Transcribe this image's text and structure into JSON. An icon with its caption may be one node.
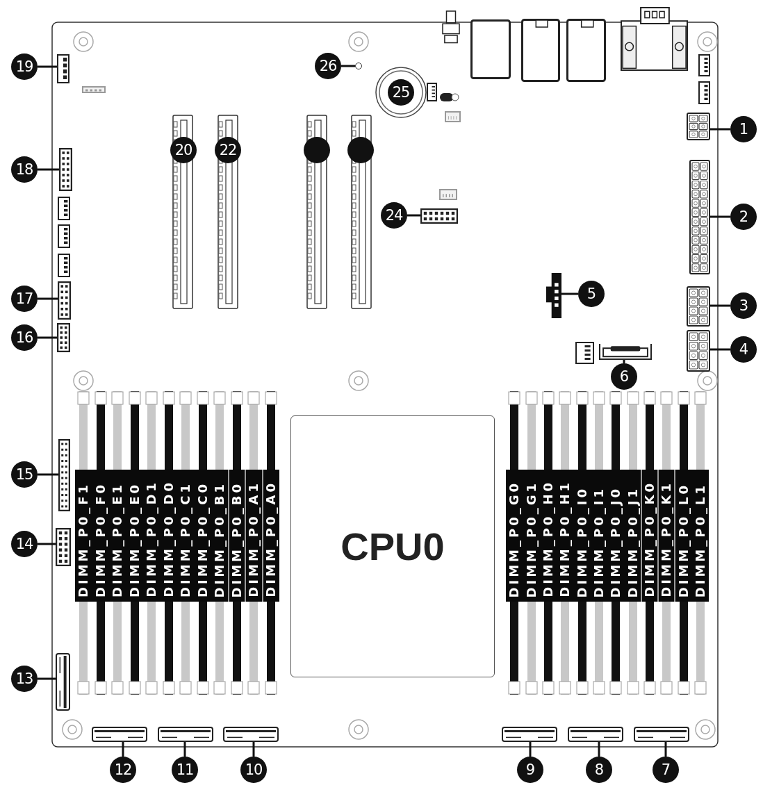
{
  "diagram": {
    "nodes": [
      {
        "text": [
          "1"
        ]
      },
      {
        "text": [
          "2"
        ]
      },
      {
        "text": [
          "3"
        ]
      },
      {
        "text": [
          "4"
        ]
      },
      {
        "text": [
          "5"
        ]
      },
      {
        "text": [
          "6"
        ]
      },
      {
        "text": [
          "7"
        ]
      },
      {
        "text": [
          "8"
        ]
      },
      {
        "text": [
          "9"
        ]
      },
      {
        "text": [
          "10"
        ]
      },
      {
        "text": [
          "11"
        ]
      },
      {
        "text": [
          "12"
        ]
      },
      {
        "text": [
          "13"
        ]
      },
      {
        "text": [
          "14"
        ]
      },
      {
        "text": [
          "15"
        ]
      },
      {
        "text": [
          "16"
        ]
      },
      {
        "text": [
          "17"
        ]
      },
      {
        "text": [
          "18"
        ]
      },
      {
        "text": [
          "19"
        ]
      },
      {
        "text": [
          "20"
        ]
      },
      {
        "text": [],
        "shape": "circle"
      },
      {
        "text": [
          "22"
        ]
      },
      {
        "text": [],
        "shape": "circle"
      },
      {
        "text": [
          "24"
        ]
      },
      {
        "text": [
          "25"
        ]
      },
      {
        "text": [
          "26"
        ]
      },
      {
        "text": [
          "CPU0"
        ]
      },
      {
        "text": [],
        "shape": "box"
      },
      {
        "text": [],
        "shape": "box"
      },
      {
        "text": [],
        "shape": "box"
      },
      {
        "text": [],
        "shape": "box"
      },
      {
        "text": [],
        "shape": "box"
      },
      {
        "text": [],
        "shape": "box"
      },
      {
        "text": [],
        "shape": "box"
      },
      {
        "text": [],
        "shape": "box"
      },
      {
        "text": [],
        "shape": "box"
      },
      {
        "text": [],
        "shape": "box"
      },
      {
        "text": [],
        "shape": "box"
      },
      {
        "text": [],
        "shape": "box"
      },
      {
        "text": [],
        "shape": "box"
      },
      {
        "text": [],
        "shape": "box"
      },
      {
        "text": [],
        "shape": "box"
      },
      {
        "text": [],
        "shape": "box"
      },
      {
        "text": [],
        "shape": "box"
      },
      {
        "text": [],
        "shape": "box"
      },
      {
        "text": [],
        "shape": "box"
      },
      {
        "text": [],
        "shape": "box"
      },
      {
        "text": [],
        "shape": "circle"
      },
      {
        "text": [],
        "shape": "box"
      },
      {
        "text": [],
        "shape": "box"
      },
      {
        "text": [],
        "shape": "box"
      }
    ],
    "edges": [
      {
        "from": 0,
        "to": 27,
        "arrow": "none"
      },
      {
        "from": 1,
        "to": 28,
        "arrow": "none"
      },
      {
        "from": 2,
        "to": 29,
        "arrow": "none"
      },
      {
        "from": 3,
        "to": 30,
        "arrow": "none"
      },
      {
        "from": 4,
        "to": 31,
        "arrow": "none"
      },
      {
        "from": 5,
        "to": 32,
        "arrow": "none"
      },
      {
        "from": 6,
        "to": 33,
        "arrow": "none"
      },
      {
        "from": 7,
        "to": 34,
        "arrow": "none"
      },
      {
        "from": 8,
        "to": 35,
        "arrow": "none"
      },
      {
        "from": 9,
        "to": 36,
        "arrow": "none"
      },
      {
        "from": 10,
        "to": 37,
        "arrow": "none"
      },
      {
        "from": 11,
        "to": 38,
        "arrow": "none"
      },
      {
        "from": 12,
        "to": 39,
        "arrow": "none"
      },
      {
        "from": 13,
        "to": 40,
        "arrow": "none"
      },
      {
        "from": 14,
        "to": 41,
        "arrow": "none"
      },
      {
        "from": 15,
        "to": 42,
        "arrow": "none"
      },
      {
        "from": 16,
        "to": 43,
        "arrow": "none"
      },
      {
        "from": 17,
        "to": 44,
        "arrow": "none"
      },
      {
        "from": 18,
        "to": 45,
        "arrow": "none"
      },
      {
        "from": 23,
        "to": 46,
        "arrow": "none"
      },
      {
        "from": 25,
        "to": 47,
        "arrow": "none"
      }
    ],
    "labels": [
      "DIMM_P0_F1",
      "DIMM_P0_F0",
      "DIMM_P0_E1",
      "DIMM_P0_E0",
      "DIMM_P0_D1",
      "DIMM_P0_D0",
      "DIMM_P0_C1",
      "DIMM_P0_C0",
      "DIMM_P0_B1",
      "DIMM_P0_B0",
      "DIMM_P0_A1",
      "DIMM_P0_A0",
      "DIMM_P0_G0",
      "DIMM_P0_G1",
      "DIMM_P0_H0",
      "DIMM_P0_H1",
      "DIMM_P0_I0",
      "DIMM_P0_I1",
      "DIMM_P0_J0",
      "DIMM_P0_J1",
      "DIMM_P0_K0",
      "DIMM_P0_K1",
      "DIMM_P0_L0",
      "DIMM_P0_L1"
    ]
  }
}
